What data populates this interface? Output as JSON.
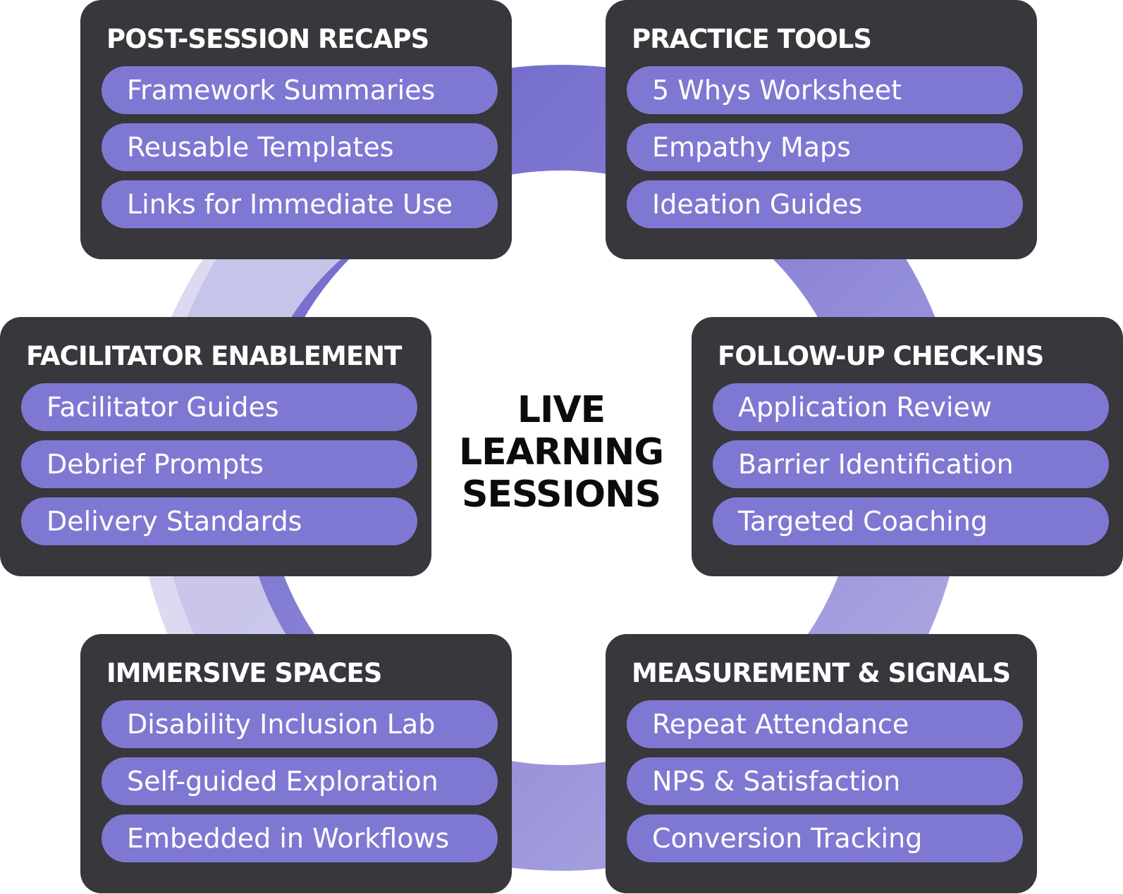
{
  "center": {
    "lines": [
      "LIVE",
      "LEARNING",
      "SESSIONS"
    ]
  },
  "colors": {
    "card_bg": "#37373c",
    "pill_bg": "#7f78d2",
    "ring_top": "#6a62c8",
    "ring_right": "#8a84d6",
    "ring_bottom": "#b2aee2",
    "ring_left": "#d6d4ee"
  },
  "cards": [
    {
      "id": "post-session-recaps",
      "title": "POST-SESSION RECAPS",
      "items": [
        "Framework Summaries",
        "Reusable Templates",
        "Links for Immediate Use"
      ]
    },
    {
      "id": "practice-tools",
      "title": "PRACTICE TOOLS",
      "items": [
        "5 Whys Worksheet",
        "Empathy Maps",
        "Ideation Guides"
      ]
    },
    {
      "id": "facilitator-enablement",
      "title": "FACILITATOR ENABLEMENT",
      "items": [
        "Facilitator Guides",
        "Debrief Prompts",
        "Delivery Standards"
      ]
    },
    {
      "id": "follow-up-check-ins",
      "title": "FOLLOW-UP CHECK-INS",
      "items": [
        "Application Review",
        "Barrier Identification",
        "Targeted Coaching"
      ]
    },
    {
      "id": "immersive-spaces",
      "title": "IMMERSIVE SPACES",
      "items": [
        "Disability Inclusion Lab",
        "Self-guided Exploration",
        "Embedded in Workflows"
      ]
    },
    {
      "id": "measurement-signals",
      "title": "MEASUREMENT & SIGNALS",
      "items": [
        "Repeat Attendance",
        "NPS & Satisfaction",
        "Conversion Tracking"
      ]
    }
  ]
}
